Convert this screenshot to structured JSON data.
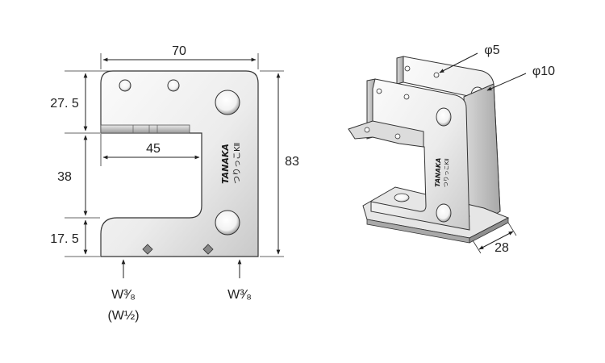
{
  "drawing": {
    "front_view": {
      "width_label": "70",
      "top_section_label": "27. 5",
      "opening_label": "38",
      "bottom_section_label": "17. 5",
      "height_label": "83",
      "slot_depth_label": "45",
      "bolt_left_label": "W³⁄₈",
      "bolt_left_alt_label": "(W½)",
      "bolt_right_label": "W³⁄₈",
      "brand_mark": "TANAKA",
      "model_mark": "つりっこKⅡ"
    },
    "iso_view": {
      "small_hole_label": "φ5",
      "large_hole_label": "φ10",
      "depth_label": "28",
      "brand_mark": "TANAKA",
      "model_mark": "つりっこKⅡ"
    }
  },
  "colors": {
    "metal_light": "#f4f4f4",
    "metal_mid": "#cfcfcf",
    "metal_dark": "#8a8a8a",
    "outline": "#333333"
  }
}
